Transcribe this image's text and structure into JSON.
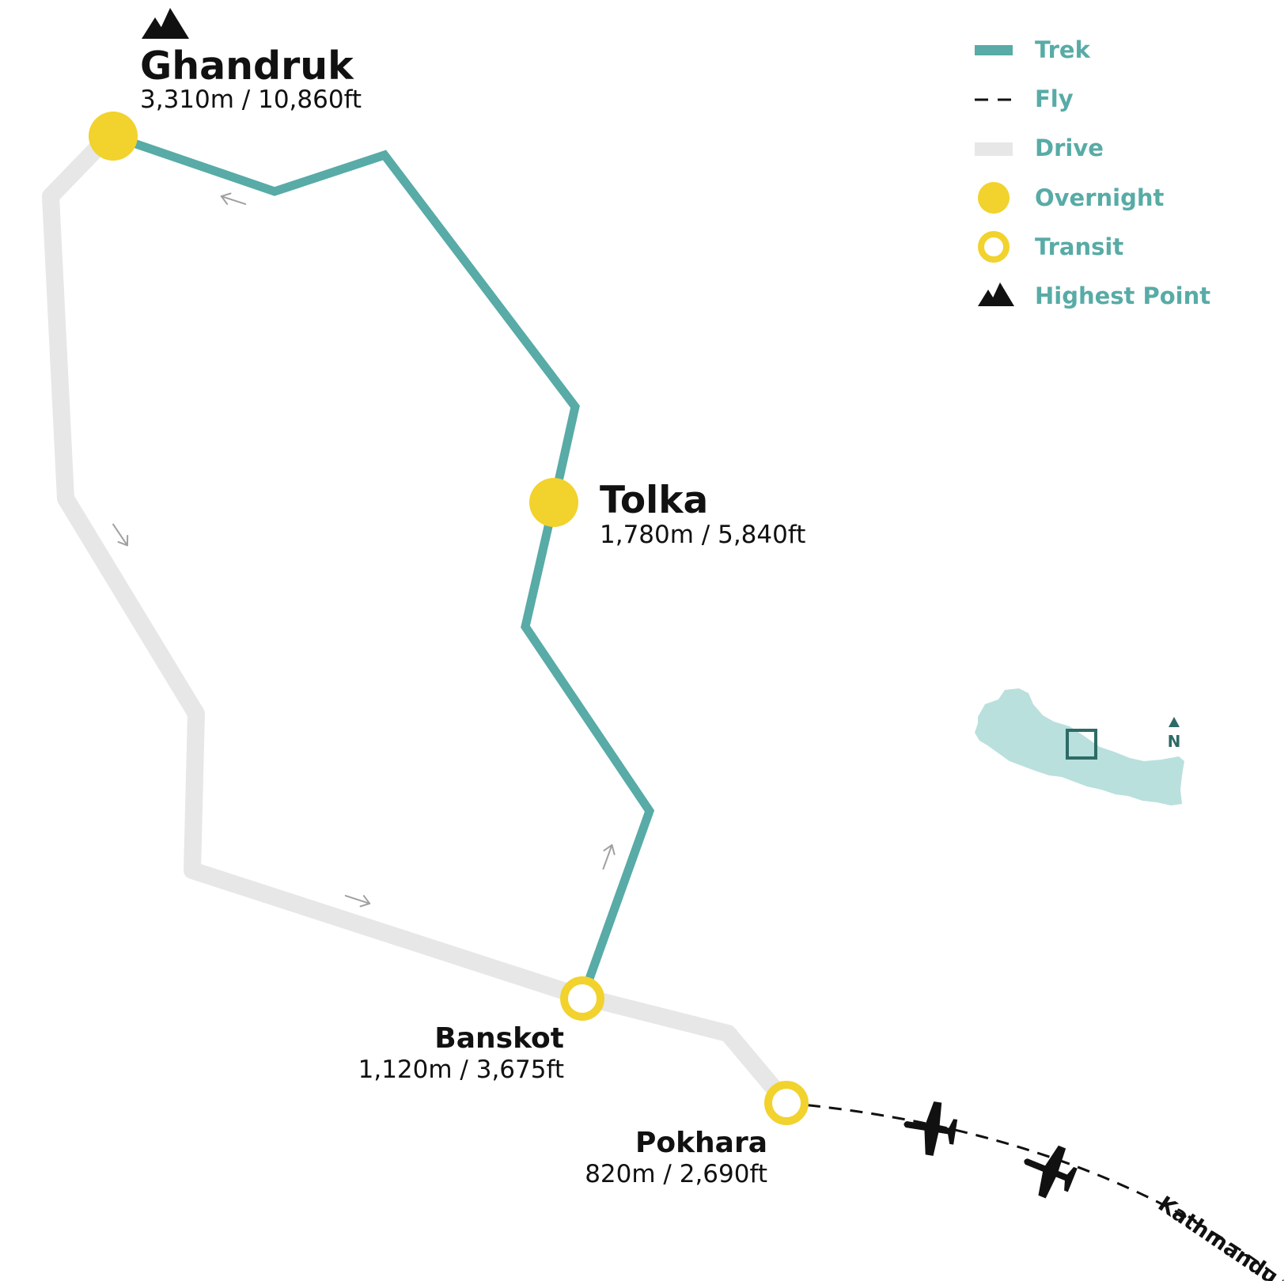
{
  "colors": {
    "trek": "#58aba6",
    "drive": "#e6e7e6",
    "fly": "#111111",
    "overnight": "#f2d22c",
    "transit_ring": "#f2d22c",
    "legend_text": "#58aba6",
    "text": "#111111",
    "direction_arrow": "#a0a0a0",
    "inset_land": "#b9e0dd",
    "inset_frame": "#2d6b66"
  },
  "legend": {
    "items": [
      {
        "label": "Trek",
        "icon": "teal-line-icon"
      },
      {
        "label": "Fly",
        "icon": "dashed-line-icon"
      },
      {
        "label": "Drive",
        "icon": "grey-line-icon"
      },
      {
        "label": "Overnight",
        "icon": "filled-circle-icon"
      },
      {
        "label": "Transit",
        "icon": "ring-circle-icon"
      },
      {
        "label": "Highest Point",
        "icon": "mountain-icon"
      }
    ]
  },
  "places": {
    "ghandruk": {
      "name": "Ghandruk",
      "altitude": "3,310m / 10,860ft",
      "type": "Overnight",
      "highest_point": true
    },
    "tolka": {
      "name": "Tolka",
      "altitude": "1,780m / 5,840ft",
      "type": "Overnight"
    },
    "banskot": {
      "name": "Banskot",
      "altitude": "1,120m / 3,675ft",
      "type": "Transit"
    },
    "pokhara": {
      "name": "Pokhara",
      "altitude": "820m / 2,690ft",
      "type": "Transit"
    }
  },
  "destination": {
    "label": "Kathmandu",
    "mode": "Fly"
  },
  "inset": {
    "north_label": "N"
  }
}
